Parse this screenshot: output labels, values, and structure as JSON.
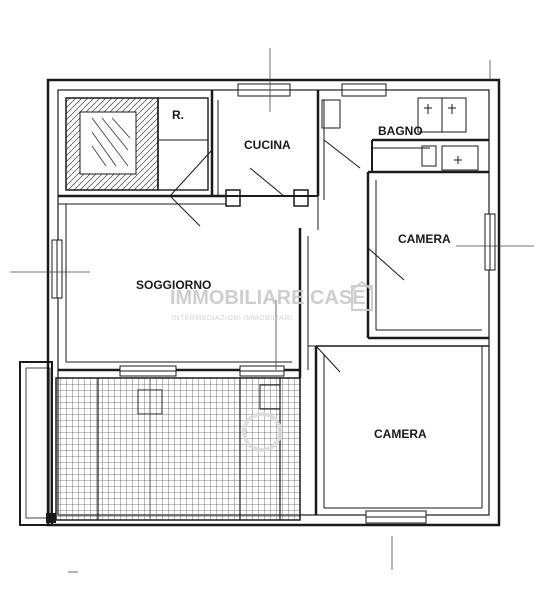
{
  "rooms": {
    "r": "R.",
    "cucina": "CUCINA",
    "bagno": "BAGNO",
    "camera_right": "CAMERA",
    "soggiorno": "SOGGIORNO",
    "camera_bottom": "CAMERA"
  },
  "watermark": {
    "main": "IMMOBILIARE CASE",
    "sub": "INTERMEDIAZIONI IMMOBILIARI"
  },
  "colors": {
    "wall": "#1a1a1a",
    "line": "#333333",
    "watermark": "#c9c9c9"
  }
}
